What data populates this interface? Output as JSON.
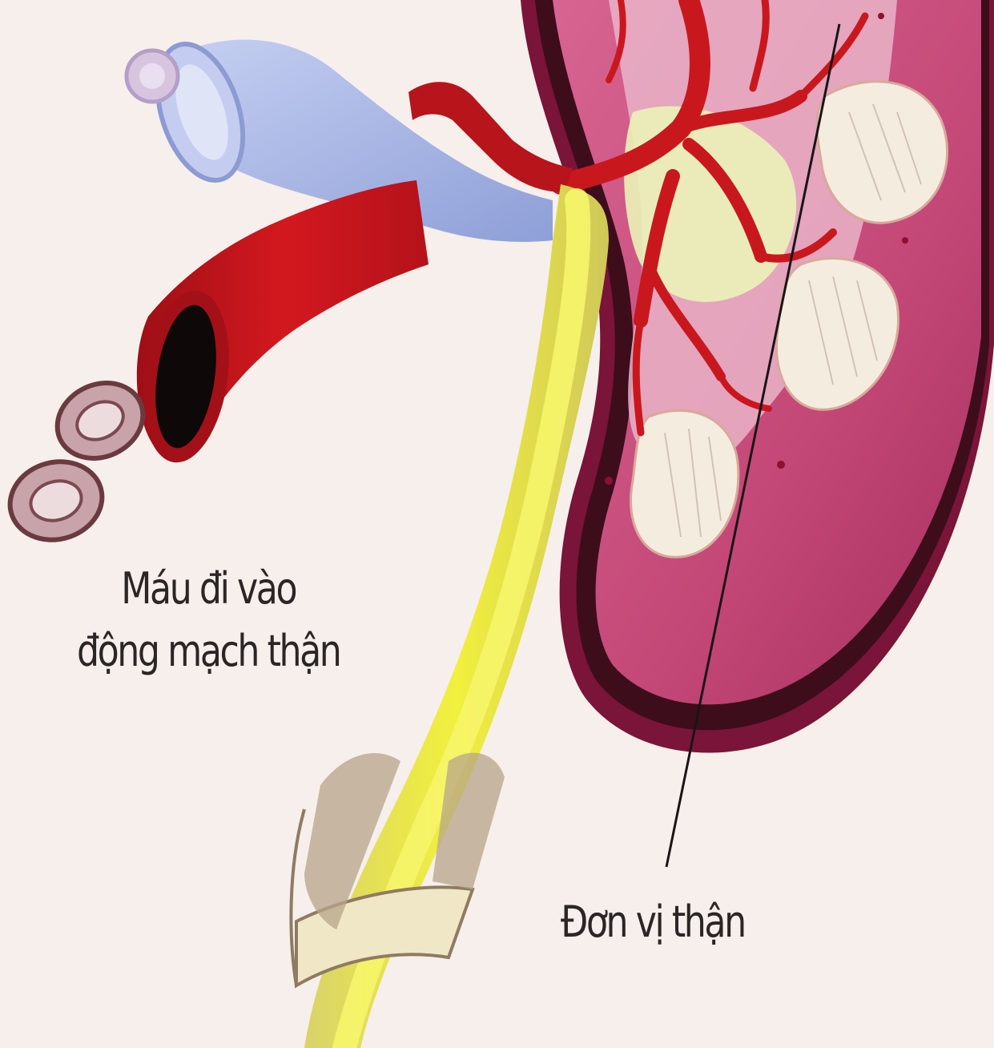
{
  "labels": {
    "blood_entering_line1": "Máu đi vào",
    "blood_entering_line2": "động mạch thận",
    "nephron": "Đơn vị thận"
  },
  "colors": {
    "background": "#f7efec",
    "kidney_outer": "#8a1f45",
    "kidney_cortex": "#c94f7c",
    "kidney_inner": "#e6a3bd",
    "artery_red": "#c4161c",
    "vein_blue": "#a9b7e4",
    "ureter_yellow": "#e8ea3a",
    "medulla_white": "#f4e9dc",
    "text": "#2b2626"
  }
}
